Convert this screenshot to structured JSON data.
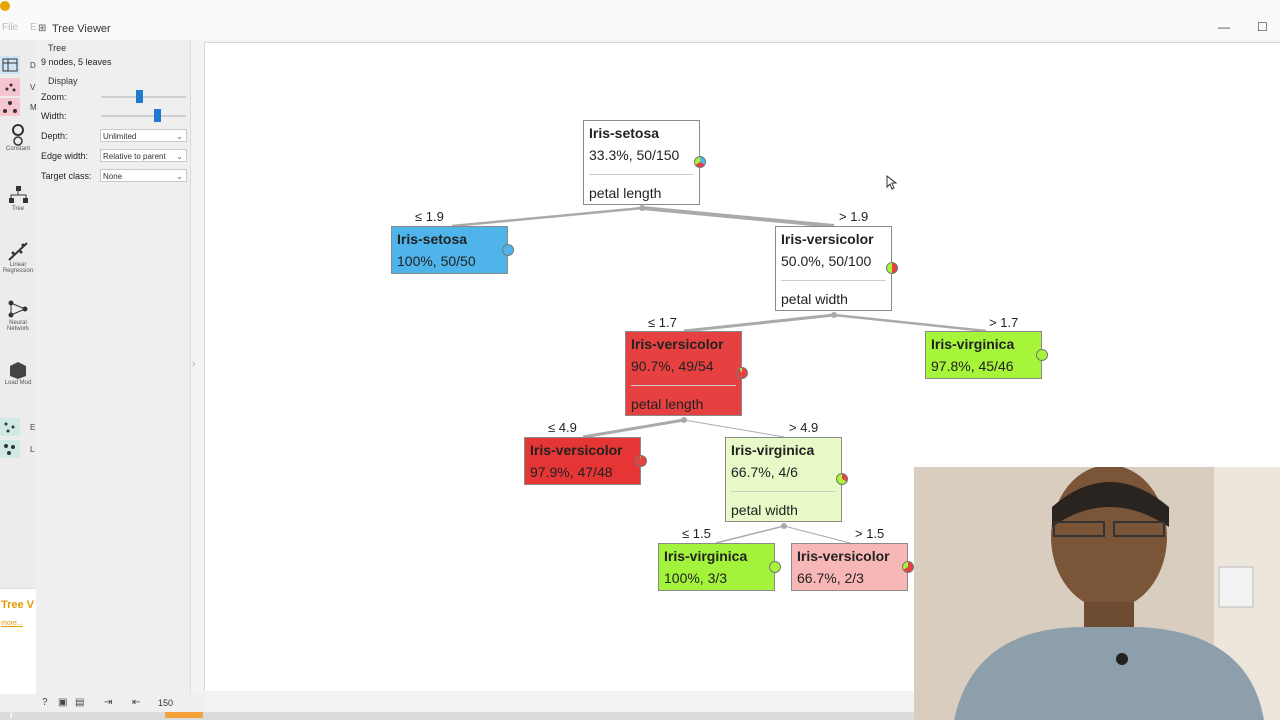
{
  "window": {
    "title": "Tree Viewer",
    "bg_menu_file": "File",
    "bg_menu_edit": "E"
  },
  "widget_strip": {
    "items": [
      {
        "label": "Constant"
      },
      {
        "label": "Tree"
      },
      {
        "label": "Linear Regression"
      },
      {
        "label": "Neural Network"
      },
      {
        "label": "Load Mod"
      }
    ],
    "letters": [
      "D",
      "V",
      "M",
      "E",
      "L"
    ]
  },
  "panel": {
    "tree_section": "Tree",
    "info": "9 nodes, 5 leaves",
    "display_section": "Display",
    "zoom_label": "Zoom:",
    "zoom_level": 0.45,
    "width_label": "Width:",
    "width_level": 0.66,
    "depth_label": "Depth:",
    "depth_value": "Unlimited",
    "edge_width_label": "Edge width:",
    "edge_width_value": "Relative to parent",
    "target_class_label": "Target class:",
    "target_class_value": "None"
  },
  "help": {
    "title": "Tree V",
    "more": "more..."
  },
  "status": {
    "count": "150"
  },
  "tree": {
    "nodes": [
      {
        "id": "root",
        "title": "Iris-setosa",
        "stats": "33.3%, 50/150",
        "split": "petal length",
        "color": "#ffffff"
      },
      {
        "id": "n1",
        "title": "Iris-setosa",
        "stats": "100%, 50/50",
        "split": "",
        "color": "#4fb4ea"
      },
      {
        "id": "n2",
        "title": "Iris-versicolor",
        "stats": "50.0%, 50/100",
        "split": "petal width",
        "color": "#ffffff"
      },
      {
        "id": "n3",
        "title": "Iris-versicolor",
        "stats": "90.7%, 49/54",
        "split": "petal length",
        "color": "#e64040"
      },
      {
        "id": "n4",
        "title": "Iris-virginica",
        "stats": "97.8%, 45/46",
        "split": "",
        "color": "#a6f53a"
      },
      {
        "id": "n5",
        "title": "Iris-versicolor",
        "stats": "97.9%, 47/48",
        "split": "",
        "color": "#e53535"
      },
      {
        "id": "n6",
        "title": "Iris-virginica",
        "stats": "66.7%, 4/6",
        "split": "petal width",
        "color": "#e6f9c6"
      },
      {
        "id": "n7",
        "title": "Iris-virginica",
        "stats": "100%, 3/3",
        "split": "",
        "color": "#a3f23c"
      },
      {
        "id": "n8",
        "title": "Iris-versicolor",
        "stats": "66.7%, 2/3",
        "split": "",
        "color": "#f8b7b7"
      }
    ],
    "edge_labels": {
      "root_left": "≤ 1.9",
      "root_right": "> 1.9",
      "n2_left": "≤ 1.7",
      "n2_right": "> 1.7",
      "n3_left": "≤ 4.9",
      "n3_right": "> 4.9",
      "n6_left": "≤ 1.5",
      "n6_right": "> 1.5"
    }
  }
}
